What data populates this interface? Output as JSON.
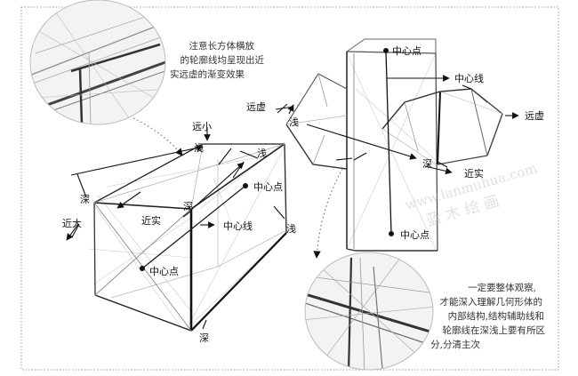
{
  "note_top": [
    "注意长方体横放",
    "的轮廓线均呈现出近",
    "实远虚的渐变效果"
  ],
  "note_bottom": [
    "一定要整体观察,",
    "才能深入理解几何形体的",
    "内部结构,结构辅助线和",
    "轮廓线在深浅上要有所区",
    "分,分清主次"
  ],
  "left_box": {
    "far_small": "远小",
    "near_large": "近大",
    "shallow_top": "浅",
    "shallow_right_top": "浅",
    "shallow_right_bottom": "浅",
    "deep_left": "深",
    "deep_mid": "深",
    "deep_bottom": "深",
    "near_solid": "近实",
    "center_line": "中心线",
    "center_point_top": "中心点",
    "center_point_front": "中心点"
  },
  "right_cross": {
    "far_virtual_left": "远虚",
    "far_virtual_right": "远虚",
    "center_point_top": "中心点",
    "center_line": "中心线",
    "shallow": "浅",
    "deep": "深",
    "near_solid": "近实",
    "center_point_bottom": "中心点"
  },
  "watermark": {
    "url": "www.lanmuhua.com",
    "name": "蓝 木 绘 画"
  }
}
